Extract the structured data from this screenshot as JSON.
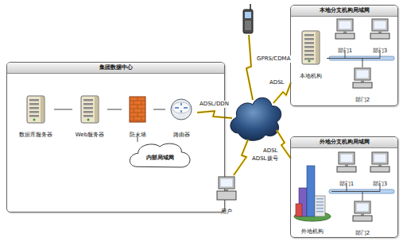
{
  "diagram": {
    "nodes": [
      {
        "text": [
          "集团数据中心"
        ]
      },
      {
        "text": [
          "数据库服务器"
        ],
        "in": 0
      },
      {
        "text": [
          "Web服务器"
        ],
        "in": 0
      },
      {
        "text": [
          "防火墙"
        ],
        "in": 0
      },
      {
        "text": [
          "路由器"
        ],
        "in": 0
      },
      {
        "text": [
          "内部局域网"
        ],
        "in": 0
      },
      {
        "text": [
          "本地分支机构局域网"
        ]
      },
      {
        "text": [
          "本地机构"
        ],
        "in": 6
      },
      {
        "text": [
          "部门1"
        ],
        "in": 6
      },
      {
        "text": [
          "部门3"
        ],
        "in": 6
      },
      {
        "text": [
          "部门2"
        ],
        "in": 6
      },
      {
        "text": [
          "外地分支机构局域网"
        ]
      },
      {
        "text": [
          "外地机构"
        ],
        "in": 11
      },
      {
        "text": [
          "部门1"
        ],
        "in": 11
      },
      {
        "text": [
          "部门3"
        ],
        "in": 11
      },
      {
        "text": [
          "部门2"
        ],
        "in": 11
      },
      {
        "text": [
          "用户"
        ]
      }
    ],
    "edges": [
      {
        "from": 1,
        "to": 2,
        "arrow": "none"
      },
      {
        "from": 2,
        "to": 3,
        "arrow": "none"
      },
      {
        "from": 3,
        "to": 4,
        "arrow": "none"
      },
      {
        "from": 3,
        "to": 5,
        "arrow": "none"
      },
      {
        "from": 7,
        "to": 8,
        "arrow": "none"
      },
      {
        "from": 7,
        "to": 9,
        "arrow": "none"
      },
      {
        "from": 7,
        "to": 10,
        "arrow": "none"
      },
      {
        "from": 12,
        "to": 13,
        "arrow": "none"
      },
      {
        "from": 12,
        "to": 14,
        "arrow": "none"
      },
      {
        "from": 12,
        "to": 15,
        "arrow": "none"
      }
    ],
    "labels": [
      "ADSL/DDN",
      "GPRS/CDMA",
      "ADSL",
      "ADSL",
      "ADSL拨号"
    ]
  }
}
